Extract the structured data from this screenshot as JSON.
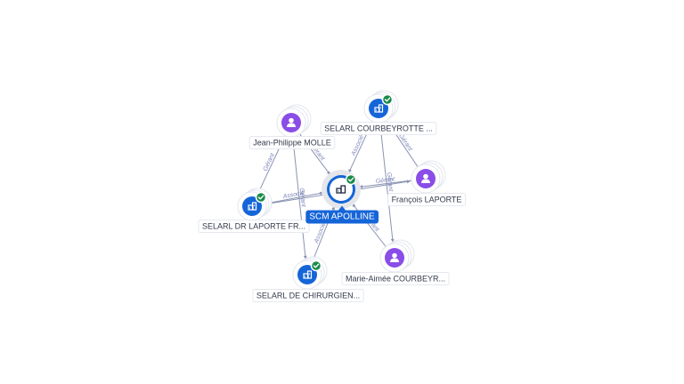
{
  "center": {
    "label": "SCM APOLLINE",
    "icon": "building-icon",
    "verified": true
  },
  "nodes": [
    {
      "id": "selarl-courbeyrotte",
      "label": "SELARL COURBEYROTTE ...",
      "kind": "company",
      "icon": "building-icon",
      "verified": true
    },
    {
      "id": "jean-philippe-molle",
      "label": "Jean-Philippe MOLLE",
      "kind": "person",
      "icon": "person-icon",
      "verified": false
    },
    {
      "id": "francois-laporte",
      "label": "François LAPORTE",
      "kind": "person",
      "icon": "person-icon",
      "verified": false
    },
    {
      "id": "selarl-dr-laporte",
      "label": "SELARL DR LAPORTE FR...",
      "kind": "company",
      "icon": "building-icon",
      "verified": true
    },
    {
      "id": "marie-aimee-courbeyr",
      "label": "Marie-Aimée COURBEYR...",
      "kind": "person",
      "icon": "person-icon",
      "verified": false
    },
    {
      "id": "selarl-de-chirurgien",
      "label": "SELARL DE CHIRURGIEN...",
      "kind": "company",
      "icon": "building-icon",
      "verified": true
    }
  ],
  "edges": [
    {
      "from": "jean-philippe-molle",
      "to": "center",
      "label": "Gérant"
    },
    {
      "from": "selarl-courbeyrotte",
      "to": "center",
      "label": "Associé"
    },
    {
      "from": "selarl-dr-laporte",
      "to": "center",
      "label": "Associé"
    },
    {
      "from": "francois-laporte",
      "to": "center",
      "label": "Gérant"
    },
    {
      "from": "selarl-de-chirurgien",
      "to": "center",
      "label": "Associé"
    },
    {
      "from": "marie-aimee-courbeyr",
      "to": "center",
      "label": "Gérant"
    },
    {
      "from": "jean-philippe-molle",
      "to": "selarl-dr-laporte",
      "label": "Gérant"
    },
    {
      "from": "francois-laporte",
      "to": "selarl-courbeyrotte",
      "label": "Gérant"
    },
    {
      "from": "selarl-courbeyrotte",
      "to": "marie-aimee-courbeyr",
      "label": "Gérant"
    },
    {
      "from": "selarl-dr-laporte",
      "to": "francois-laporte",
      "label": "Gérant"
    },
    {
      "from": "jean-philippe-molle",
      "to": "selarl-de-chirurgien",
      "label": "Gérant"
    }
  ],
  "colors": {
    "company": "#1565d8",
    "person": "#8a4de8",
    "verified": "#1a8a4a",
    "edge": "#8a93b3",
    "edge_label": "#7d86b8",
    "center_label_bg": "#1565d8"
  }
}
